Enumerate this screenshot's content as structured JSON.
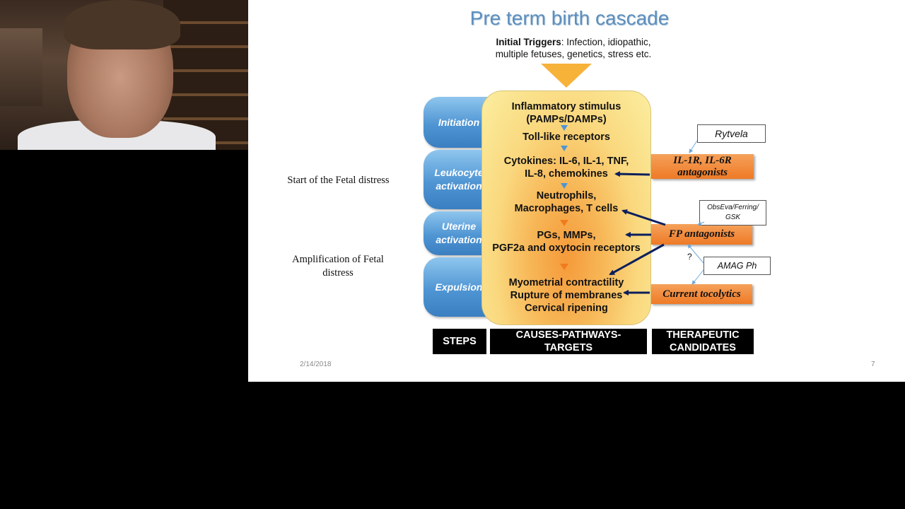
{
  "slide": {
    "title": "Pre term birth cascade",
    "triggers_label": "Initial Triggers",
    "triggers_line1": ":  Infection, idiopathic,",
    "triggers_line2": "multiple fetuses, genetics, stress etc.",
    "steps": [
      "Initiation",
      "Leukocyte activation",
      "Uterine activation",
      "Expulsion"
    ],
    "cascade": {
      "inflammatory": "Inflammatory stimulus",
      "pamps": "(PAMPs/DAMPs)",
      "tlr": "Toll-like receptors",
      "cytokines1": "Cytokines: IL-6, IL-1, TNF,",
      "cytokines2": "IL-8, chemokines",
      "neutrophils": "Neutrophils,",
      "macrophages": "Macrophages, T cells",
      "pgs": "PGs, MMPs,",
      "pgf2a": "PGF2a and oxytocin receptors",
      "myometrial": "Myometrial contractility",
      "rupture": "Rupture of membranes",
      "cervical": "Cervical ripening"
    },
    "side_labels": {
      "fetal_start": "Start of the Fetal distress",
      "amplification": "Amplification of Fetal distress"
    },
    "therapeutics": {
      "il_antagonists": "IL-1R, IL-6R antagonists",
      "fp_antagonists": "FP antagonists",
      "tocolytics": "Current tocolytics"
    },
    "notes": {
      "rytvela": "Rytvela",
      "obseva": "ObsEva/Ferring/ GSK",
      "amag": "AMAG Ph",
      "question": "?"
    },
    "bottom_bars": {
      "steps": "STEPS",
      "causes": "CAUSES-PATHWAYS-TARGETS",
      "therapeutic": "THERAPEUTIC CANDIDATES"
    },
    "date": "2/14/2018",
    "page_number": "7"
  },
  "colors": {
    "title": "#5d8fbd",
    "step_blue": "#4f95d3",
    "therapeutic_orange": "#ee7a26",
    "arrow_navy": "#0b1f5c"
  }
}
